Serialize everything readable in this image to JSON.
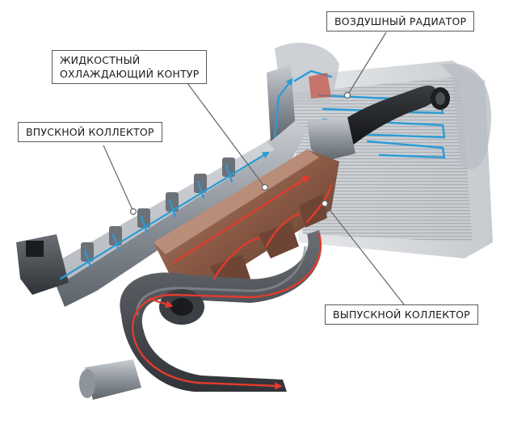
{
  "labels": {
    "radiator": "ВОЗДУШНЫЙ РАДИАТОР",
    "coolant_line1": "ЖИДКОСТНЫЙ",
    "coolant_line2": "ОХЛАЖДАЮЩИЙ КОНТУР",
    "intake": "ВПУСКНОЙ КОЛЛЕКТОР",
    "exhaust": "ВЫПУСКНОЙ КОЛЛЕКТОР"
  },
  "colors": {
    "coolant_flow": "#2a9bd6",
    "exhaust_flow": "#e23b2e",
    "callout_border": "#5a5a5a",
    "leader_line": "#666666",
    "metal": "#8a8f96",
    "rust_metal": "#8a5a45"
  }
}
